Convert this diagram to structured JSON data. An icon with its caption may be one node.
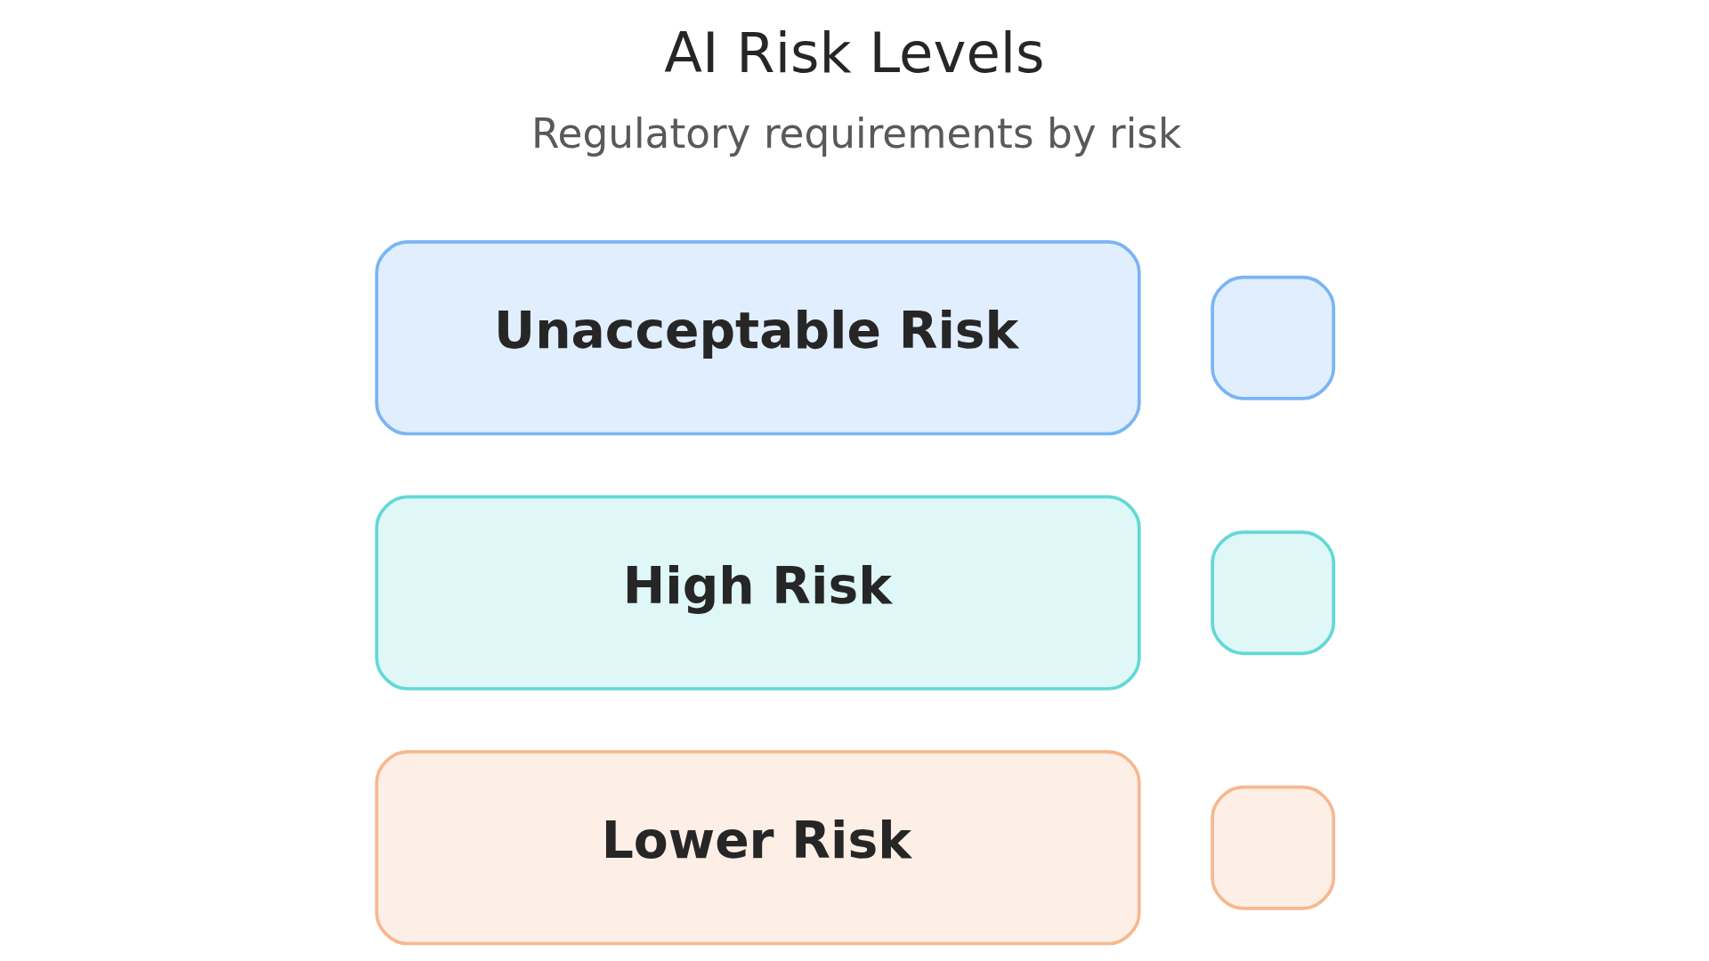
{
  "diagram": {
    "title": "AI Risk Levels",
    "nodes": [
      {
        "text": [
          "Unacceptable Risk"
        ]
      },
      {
        "text": [
          "High Risk"
        ]
      },
      {
        "text": [
          "Lower Risk"
        ]
      },
      {
        "text": [],
        "shape": "box"
      },
      {
        "text": [],
        "shape": "box"
      },
      {
        "text": [],
        "shape": "box"
      }
    ],
    "labels": [
      "Regulatory requirements by risk"
    ]
  }
}
